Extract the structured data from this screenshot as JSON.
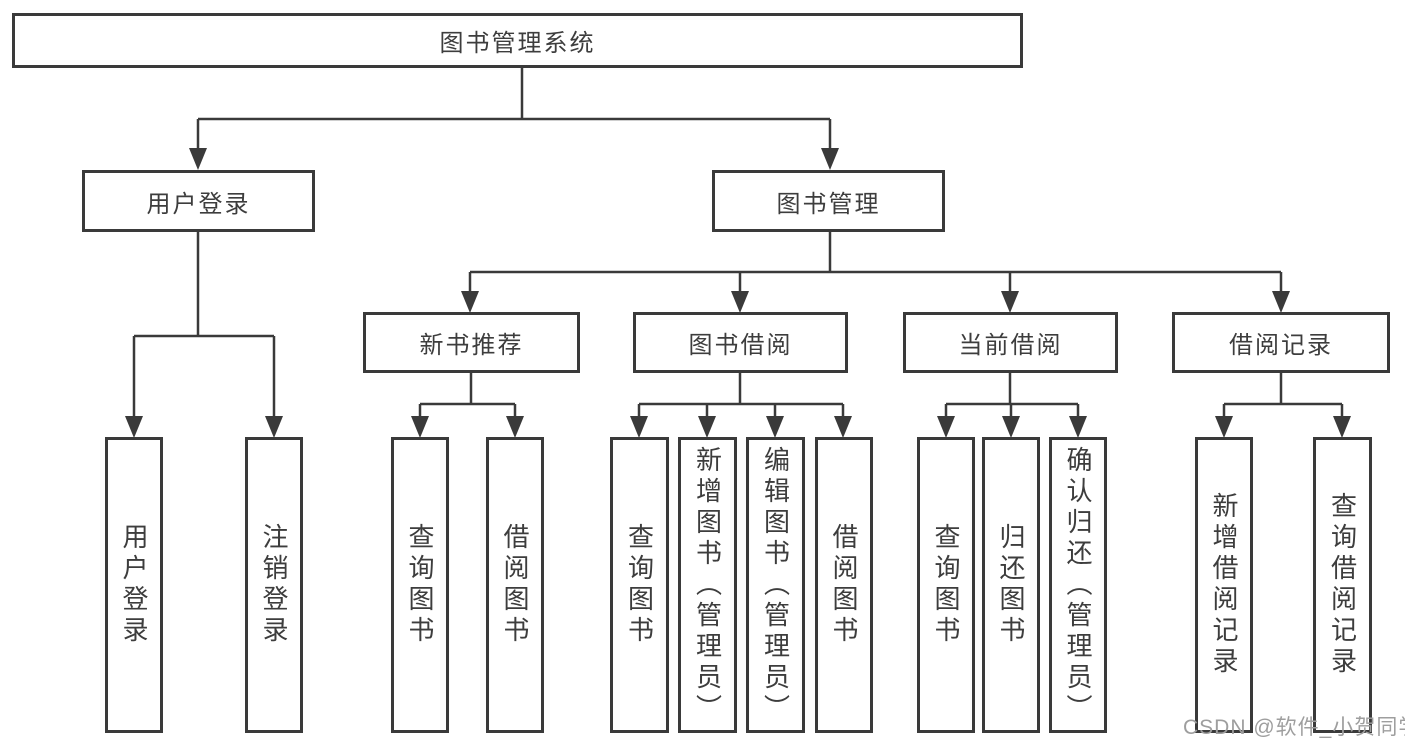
{
  "diagram": {
    "root": {
      "label": "图书管理系统"
    },
    "branches": [
      {
        "label": "用户登录",
        "leaves": [
          "用户登录",
          "注销登录"
        ]
      },
      {
        "label": "图书管理",
        "groups": [
          {
            "label": "新书推荐",
            "leaves": [
              "查询图书",
              "借阅图书"
            ]
          },
          {
            "label": "图书借阅",
            "leaves": [
              "查询图书",
              "新增图书（管理员）",
              "编辑图书（管理员）",
              "借阅图书"
            ]
          },
          {
            "label": "当前借阅",
            "leaves": [
              "查询图书",
              "归还图书",
              "确认归还（管理员）"
            ]
          },
          {
            "label": "借阅记录",
            "leaves": [
              "新增借阅记录",
              "查询借阅记录"
            ]
          }
        ]
      }
    ]
  },
  "watermark": {
    "text": "CSDN @软件_小贺同学"
  },
  "colors": {
    "line": "#3a3a3a",
    "text": "#3d3d3d",
    "watermark": "#9e9e9e",
    "background": "#ffffff"
  }
}
